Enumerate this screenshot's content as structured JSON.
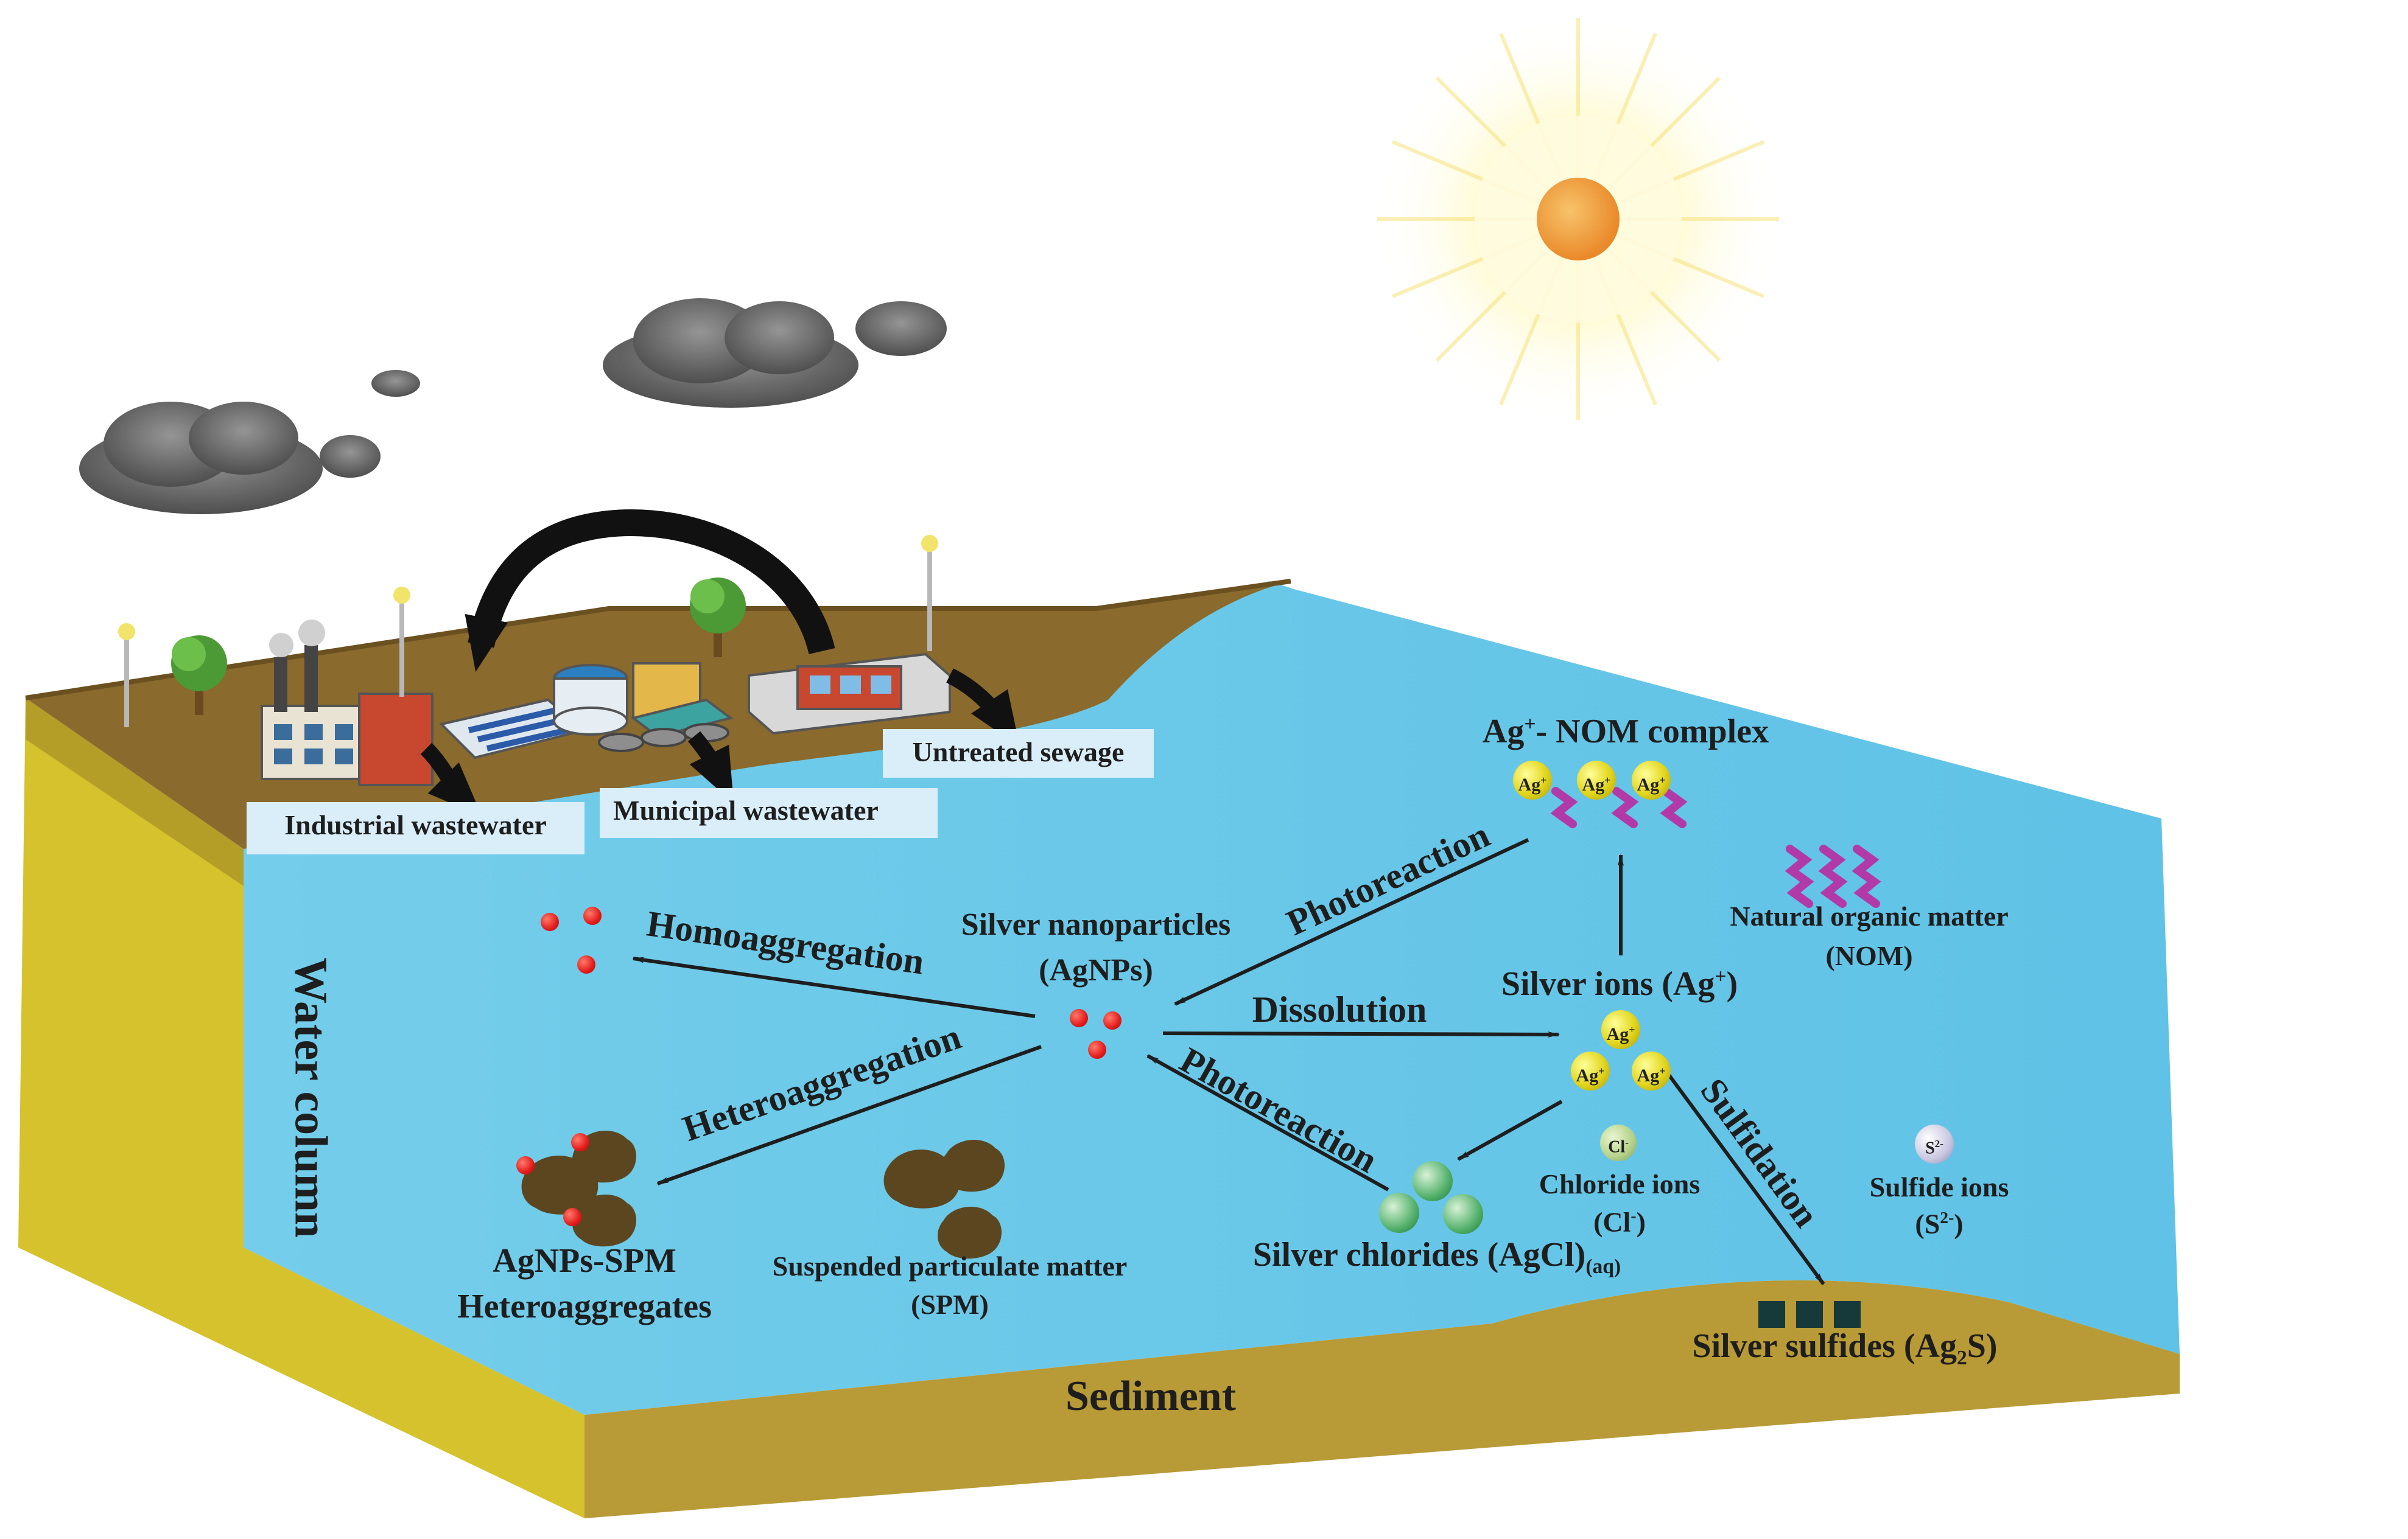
{
  "labels": {
    "industrial": "Industrial wastewater",
    "municipal": "Municipal wastewater",
    "untreated": "Untreated sewage",
    "water_column": "Water column",
    "sediment": "Sediment",
    "agnps_line1": "Silver nanoparticles",
    "agnps_line2": "(AgNPs)",
    "homoaggregation": "Homoaggregation",
    "heteroaggregation": "Heteroaggregation",
    "dissolution": "Dissolution",
    "photoreaction_upper": "Photoreaction",
    "photoreaction_lower": "Photoreaction",
    "sulfidation": "Sulfidation",
    "ag_nom_prefix": "Ag",
    "ag_nom_charge": "+",
    "ag_nom_suffix": "- NOM complex",
    "nom_line1": "Natural organic matter",
    "nom_line2": "(NOM)",
    "silver_ions_prefix": "Silver ions (Ag",
    "silver_ions_charge": "+",
    "silver_ions_suffix": ")",
    "chloride_line1": "Chloride ions",
    "chloride_line2_prefix": "(Cl",
    "chloride_line2_charge": "-",
    "chloride_line2_suffix": ")",
    "sulfide_line1": "Sulfide ions",
    "sulfide_line2_prefix": "(S",
    "sulfide_line2_charge": "2-",
    "sulfide_line2_suffix": ")",
    "agcl_main": "Silver chlorides (AgCl)",
    "agcl_sub": "(aq)",
    "ag2s_prefix": "Silver sulfides (Ag",
    "ag2s_sub": "2",
    "ag2s_suffix": "S)",
    "hetero_line1": "AgNPs-SPM",
    "hetero_line2": "Heteroaggregates",
    "spm_line1": "Suspended particulate matter",
    "spm_line2": "(SPM)"
  },
  "ions": {
    "ag_plus": "Ag+",
    "cl_minus": "Cl-",
    "s_2minus": "S2-"
  },
  "colors": {
    "water": "#66c7e8",
    "land": "#8a6a2d",
    "side_face": "#d5c22c",
    "sediment": "#b89a36",
    "arrow": "#1e1e1e",
    "nanoparticle": "#e31b1b",
    "silver_chloride": "#52b06a",
    "nom": "#b23aa8",
    "spm": "#5b4620",
    "silver_sulfide": "#16393a",
    "sun_core": "#f0a13a"
  },
  "icons": [
    "sun-icon",
    "cloud-icon",
    "factory-icon",
    "treatment-plant-icon",
    "tree-icon",
    "street-lamp-icon",
    "house-icon"
  ]
}
